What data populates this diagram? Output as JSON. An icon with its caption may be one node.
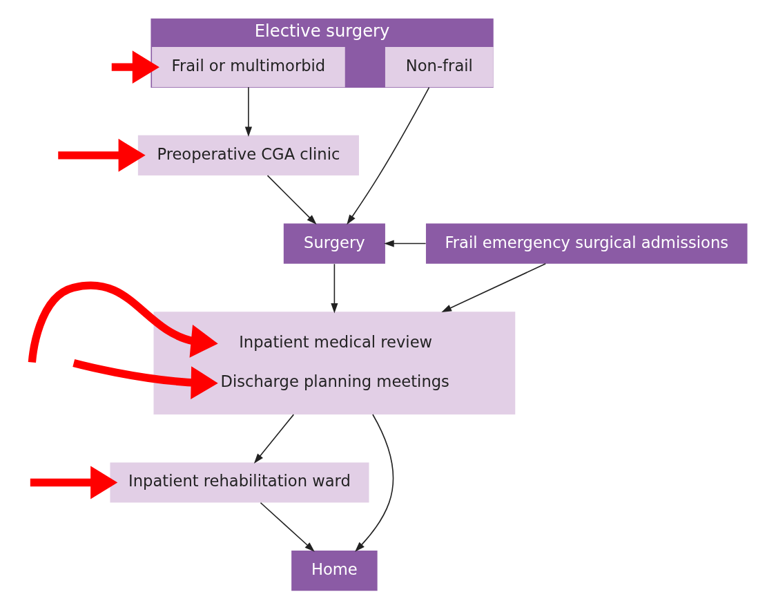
{
  "diagram": {
    "nodes": [
      {
        "text": [
          "Elective surgery"
        ]
      },
      {
        "text": [
          "Frail or multimorbid"
        ],
        "in": 0
      },
      {
        "text": [
          "Non-frail"
        ],
        "in": 0
      },
      {
        "text": [
          "Preoperative CGA clinic"
        ]
      },
      {
        "text": [
          "Surgery"
        ]
      },
      {
        "text": [
          "Inpatient medical review",
          "Discharge planning meetings"
        ]
      },
      {
        "text": [
          "Frail emergency surgical admissions"
        ]
      },
      {
        "text": [
          "Inpatient rehabilitation ward"
        ]
      },
      {
        "text": [
          "Home"
        ]
      }
    ],
    "edges": [
      {
        "from": 1,
        "to": 3,
        "arrow": "to"
      },
      {
        "from": 2,
        "to": 4,
        "arrow": "to"
      },
      {
        "from": 3,
        "to": 4,
        "arrow": "to"
      },
      {
        "from": 4,
        "to": 5,
        "arrow": "to"
      },
      {
        "from": 6,
        "to": 4,
        "arrow": "to"
      },
      {
        "from": 6,
        "to": 5,
        "arrow": "to"
      },
      {
        "from": 5,
        "to": 7,
        "arrow": "to"
      },
      {
        "from": 5,
        "to": 8,
        "arrow": "to"
      },
      {
        "from": 7,
        "to": 8,
        "arrow": "to"
      },
      {
        "from": null,
        "to": 1,
        "arrow": "to",
        "style": "thick",
        "color": "#ff0000"
      },
      {
        "from": null,
        "to": 3,
        "arrow": "to",
        "style": "thick",
        "color": "#ff0000"
      },
      {
        "from": null,
        "to": 5,
        "arrow": "to",
        "style": "thick",
        "color": "#ff0000"
      },
      {
        "from": null,
        "to": 5,
        "arrow": "to",
        "style": "thick",
        "color": "#ff0000"
      },
      {
        "from": null,
        "to": 7,
        "arrow": "to",
        "style": "thick",
        "color": "#ff0000"
      }
    ]
  }
}
